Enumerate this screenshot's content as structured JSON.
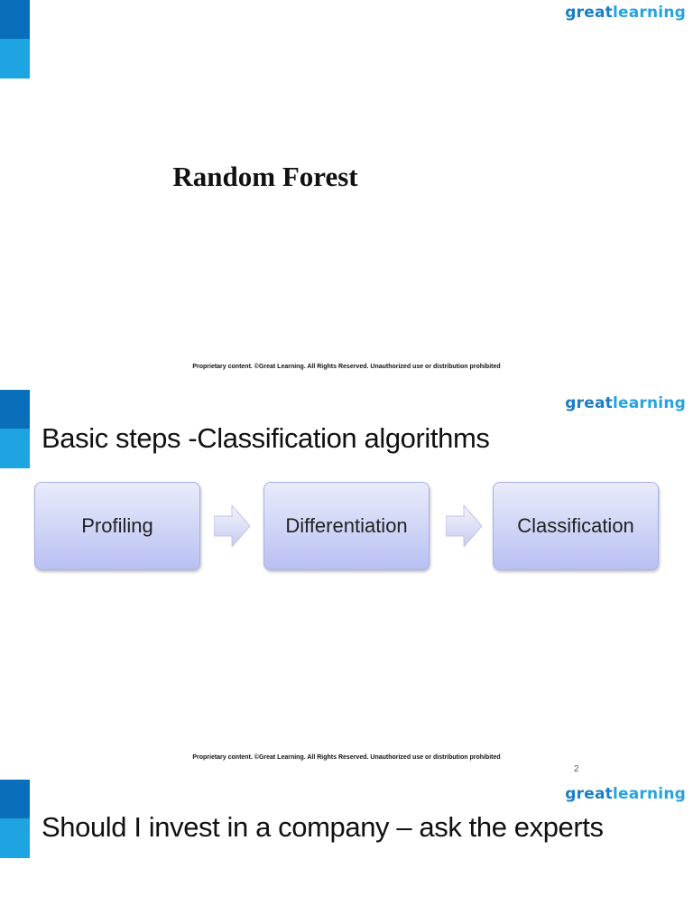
{
  "brand": {
    "logo_great": "great",
    "logo_learning": "learning",
    "accent_dark": "#0a6fba",
    "accent_light": "#1ea4e0"
  },
  "footer_text": "Proprietary content. ©Great Learning. All Rights Reserved. Unauthorized use or distribution prohibited",
  "slide1": {
    "title": "Random Forest"
  },
  "slide2": {
    "heading": "Basic steps -Classification algorithms",
    "steps": [
      "Profiling",
      "Differentiation",
      "Classification"
    ],
    "page_number": "2"
  },
  "slide3": {
    "heading": "Should I invest in a company – ask the experts"
  }
}
